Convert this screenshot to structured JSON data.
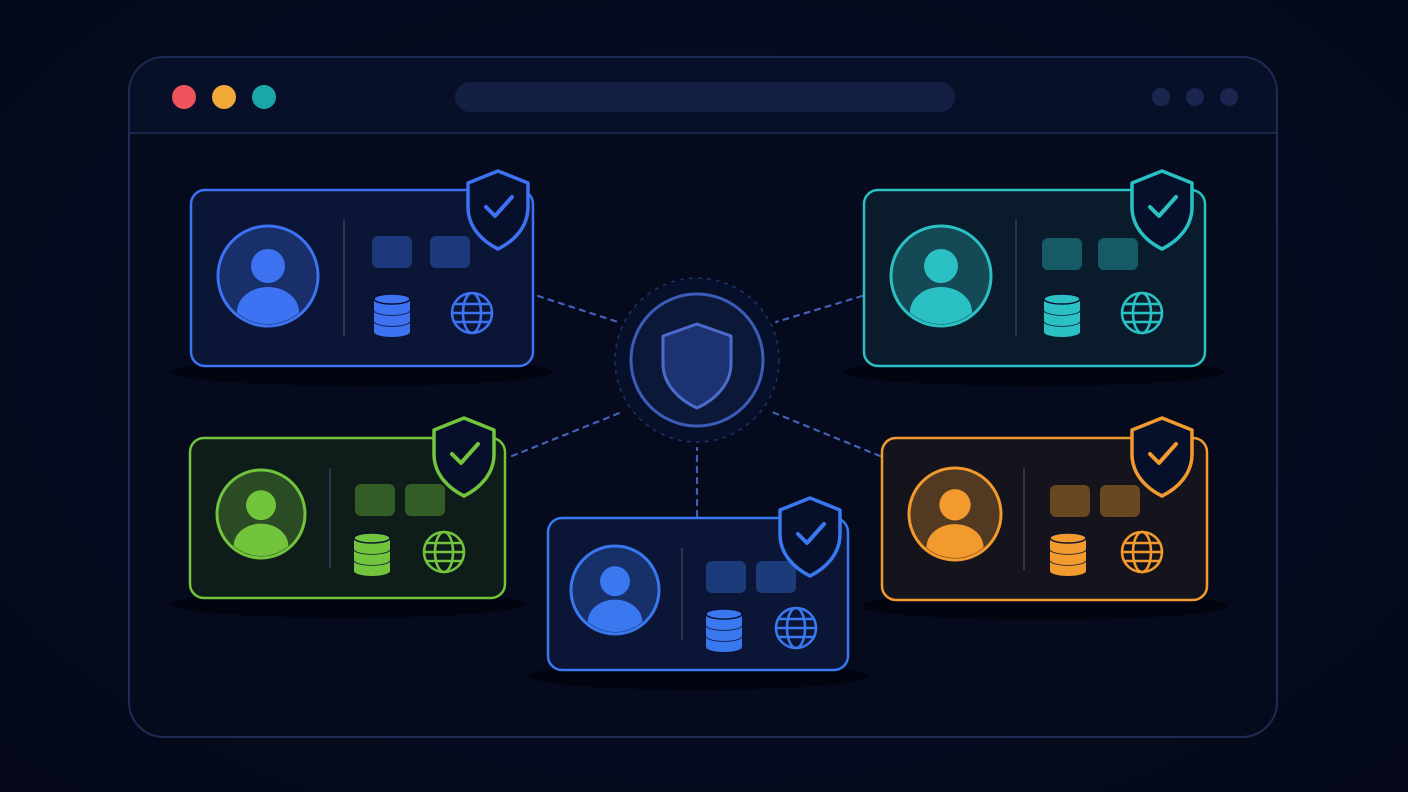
{
  "colors": {
    "background": "#04081a",
    "window_border": "#1e2b52",
    "traffic_red": "#f0535c",
    "traffic_yellow": "#f3a93a",
    "traffic_teal": "#1ba7a7",
    "connector": "#4560b8",
    "hub": "#3a5bbd"
  },
  "window": {
    "controls": [
      "close-dot",
      "minimize-dot",
      "maximize-dot"
    ],
    "menu_icons": [
      "dot-icon",
      "dot-icon",
      "dot-icon"
    ]
  },
  "hub": {
    "icon": "shield-icon"
  },
  "nodes": [
    {
      "id": "top-left",
      "accent": "#3d72f2",
      "fill": "#0b1535",
      "badge": "shield-check-icon",
      "icons": [
        "user-icon",
        "database-icon",
        "globe-icon"
      ]
    },
    {
      "id": "top-right",
      "accent": "#2bc1c4",
      "fill": "#0a1c2c",
      "badge": "shield-check-icon",
      "icons": [
        "user-icon",
        "database-icon",
        "globe-icon"
      ]
    },
    {
      "id": "middle-left",
      "accent": "#72c43c",
      "fill": "#0e1c1a",
      "badge": "shield-check-icon",
      "icons": [
        "user-icon",
        "database-icon",
        "globe-icon"
      ]
    },
    {
      "id": "bottom-center",
      "accent": "#3a78f0",
      "fill": "#0b1535",
      "badge": "shield-check-icon",
      "icons": [
        "user-icon",
        "database-icon",
        "globe-icon"
      ]
    },
    {
      "id": "middle-right",
      "accent": "#f29a2e",
      "fill": "#15141c",
      "badge": "shield-check-icon",
      "icons": [
        "user-icon",
        "database-icon",
        "globe-icon"
      ]
    }
  ]
}
